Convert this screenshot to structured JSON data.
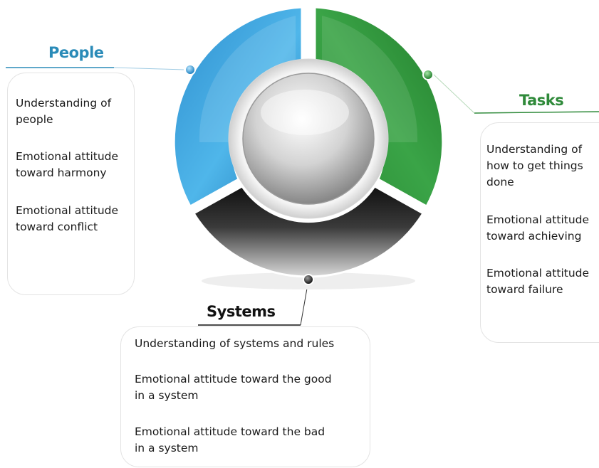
{
  "people": {
    "title": "People",
    "items": [
      {
        "line1": "Understanding of",
        "line2": "people"
      },
      {
        "line1": "Emotional attitude",
        "line2": "toward harmony"
      },
      {
        "line1": "Emotional attitude",
        "line2": "toward conflict"
      }
    ]
  },
  "tasks": {
    "title": "Tasks",
    "items": [
      {
        "line1": "Understanding of",
        "line2": "how to get things",
        "line3": "done"
      },
      {
        "line1": "Emotional attitude",
        "line2": "toward achieving"
      },
      {
        "line1": "Emotional attitude",
        "line2": "toward failure"
      }
    ]
  },
  "systems": {
    "title": "Systems",
    "items": [
      {
        "line1": "Understanding of systems and rules"
      },
      {
        "line1": "Emotional attitude toward the good",
        "line2": "in a system"
      },
      {
        "line1": "Emotional attitude toward the bad",
        "line2": "in a system"
      }
    ]
  },
  "colors": {
    "people": "#2a9ad6",
    "tasks": "#2e9a3c",
    "systems": "#2e2e2e"
  }
}
